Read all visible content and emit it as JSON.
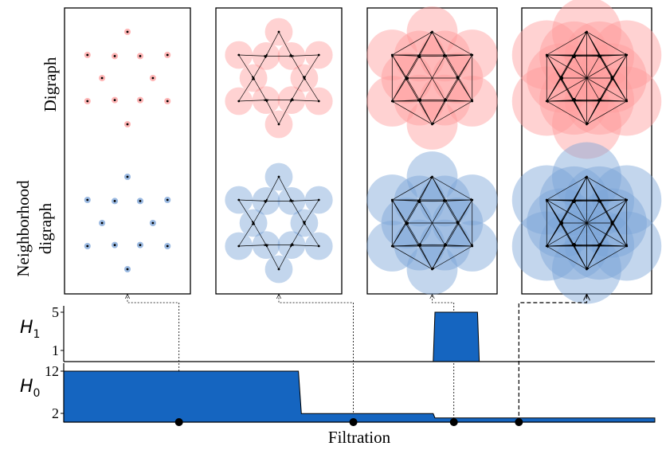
{
  "row_labels": {
    "digraph": "Digraph",
    "neighborhood_line1": "Neighborhood",
    "neighborhood_line2": "digraph"
  },
  "colors": {
    "digraph_disk": "#ff9c9c",
    "neighborhood_disk": "#7aa3d8",
    "barcode_fill": "#1565c0",
    "edge": "#000000"
  },
  "stages": [
    {
      "name": "no-edges",
      "radius": 0.07
    },
    {
      "name": "hexagram",
      "radius": 0.3
    },
    {
      "name": "dense",
      "radius": 0.55
    },
    {
      "name": "complete",
      "radius": 0.75
    }
  ],
  "chart_data": {
    "type": "area",
    "xlabel": "Filtration",
    "panels": [
      {
        "name": "H1",
        "ylabel_base": "H",
        "ylabel_sub": "1",
        "yticks": [
          "5",
          "1"
        ],
        "x": [
          0,
          0.625,
          0.628,
          0.7,
          0.703,
          1
        ],
        "values": [
          0,
          0,
          5,
          5,
          0,
          0
        ]
      },
      {
        "name": "H0",
        "ylabel_base": "H",
        "ylabel_sub": "0",
        "yticks": [
          "12",
          "2"
        ],
        "x": [
          0,
          0.397,
          0.402,
          0.625,
          0.628,
          1
        ],
        "values": [
          12,
          12,
          2,
          2,
          1,
          1
        ]
      }
    ],
    "markers": [
      0.195,
      0.49,
      0.66,
      0.77
    ]
  }
}
